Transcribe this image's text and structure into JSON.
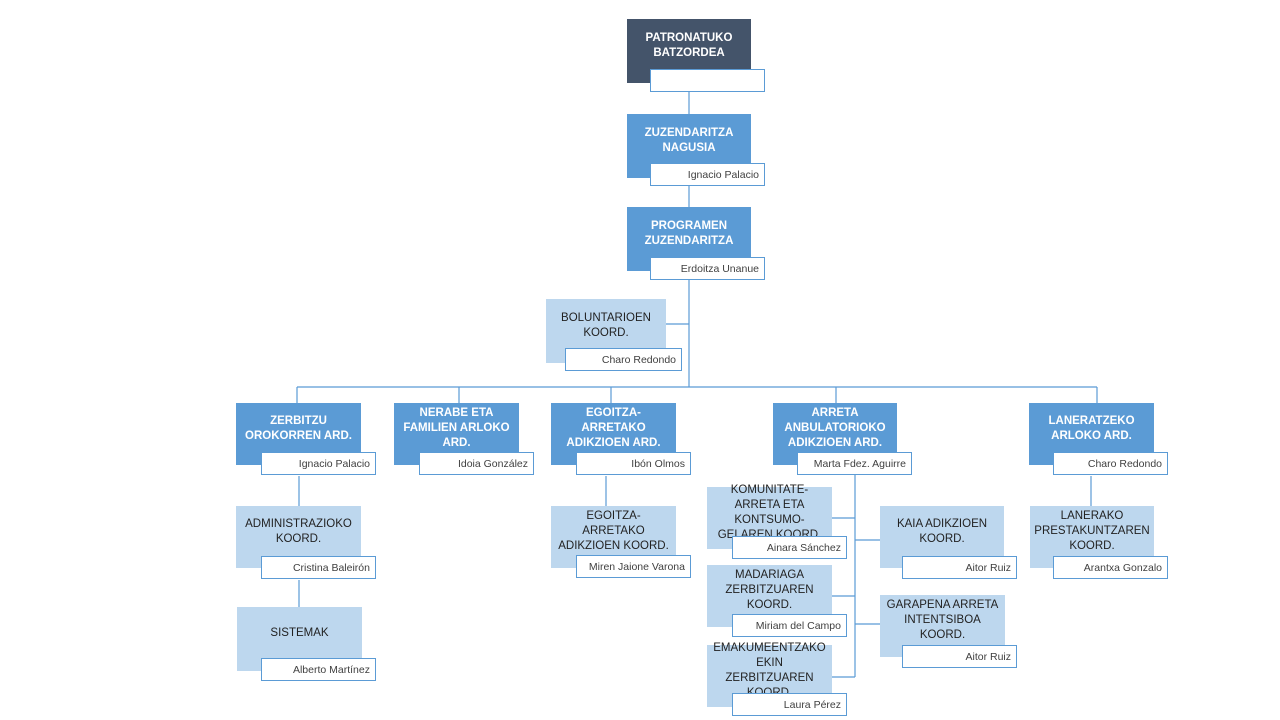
{
  "org": {
    "patronatua": {
      "title": "PATRONATUKO BATZORDEA",
      "person": ""
    },
    "zuzendaritza": {
      "title": "ZUZENDARITZA NAGUSIA",
      "person": "Ignacio Palacio"
    },
    "programak": {
      "title": "PROGRAMEN ZUZENDARITZA",
      "person": "Erdoitza Unanue"
    },
    "boluntarioak": {
      "title": "BOLUNTARIOEN KOORD.",
      "person": "Charo Redondo"
    },
    "zerbitzu": {
      "title": "ZERBITZU OROKORREN ARD.",
      "person": "Ignacio Palacio"
    },
    "nerabe": {
      "title": "NERABE ETA FAMILIEN ARLOKO ARD.",
      "person": "Idoia González"
    },
    "egoitza": {
      "title": "EGOITZA-ARRETAKO ADIKZIOEN ARD.",
      "person": "Ibón Olmos"
    },
    "arreta": {
      "title": "ARRETA ANBULATORIOKO ADIKZIOEN ARD.",
      "person": "Marta Fdez. Aguirre"
    },
    "laneratzeko": {
      "title": "LANERATZEKO ARLOKO ARD.",
      "person": "Charo Redondo"
    },
    "administrazio": {
      "title": "ADMINISTRAZIOKO KOORD.",
      "person": "Cristina Baleirón"
    },
    "sistemak": {
      "title": "SISTEMAK",
      "person": "Alberto Martínez"
    },
    "egoitza_koord": {
      "title": "EGOITZA-ARRETAKO ADIKZIOEN KOORD.",
      "person": "Miren Jaione Varona"
    },
    "komunitate": {
      "title": "KOMUNITATE-ARRETA ETA KONTSUMO-GELAREN KOORD.",
      "person": "Ainara Sánchez"
    },
    "madariaga": {
      "title": "MADARIAGA ZERBITZUAREN KOORD.",
      "person": "Miriam del Campo"
    },
    "emakume": {
      "title": "EMAKUMEENTZAKO EKIN ZERBITZUAREN KOORD.",
      "person": "Laura Pérez"
    },
    "kaia": {
      "title": "KAIA ADIKZIOEN KOORD.",
      "person": "Aitor Ruiz"
    },
    "garapena": {
      "title": "GARAPENA ARRETA INTENTSIBOA KOORD.",
      "person": "Aitor Ruiz"
    },
    "lanerako": {
      "title": "LANERAKO PRESTAKUNTZAREN KOORD.",
      "person": "Arantxa Gonzalo"
    }
  },
  "colors": {
    "dark": "#44546a",
    "mid": "#5b9bd5",
    "light": "#bdd7ee",
    "line": "#5b9bd5"
  }
}
